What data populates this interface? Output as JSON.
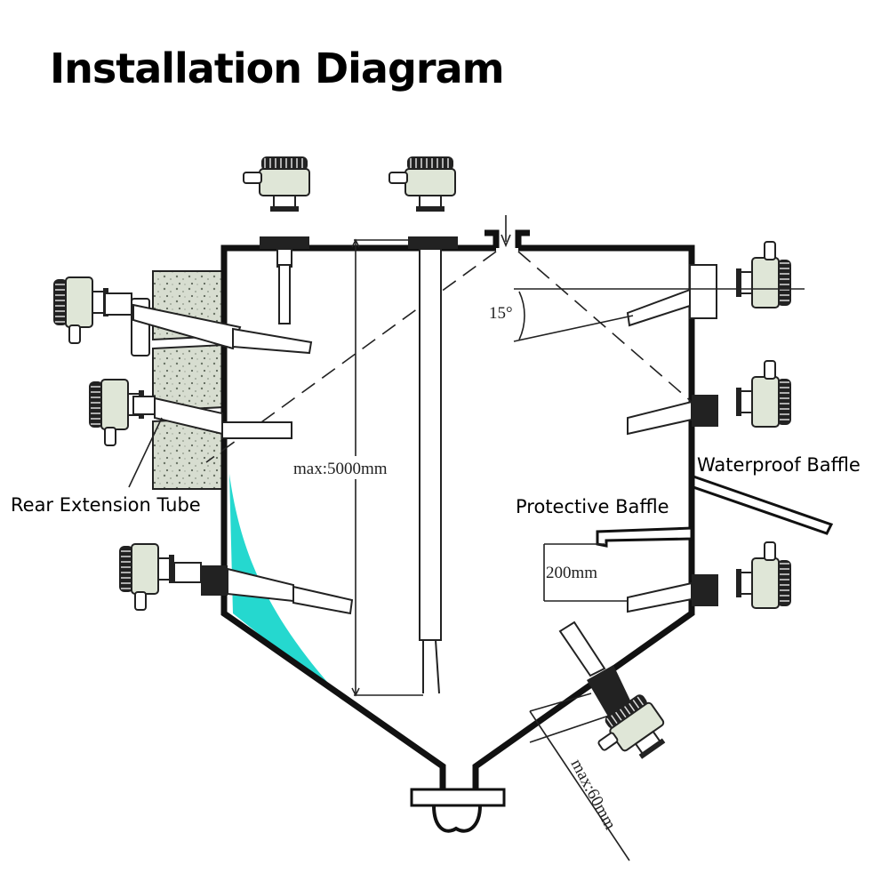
{
  "title": "Installation Diagram",
  "labels": {
    "rear_extension_tube": "Rear Extension Tube",
    "waterproof_baffle": "Waterproof Baffle",
    "protective_baffle": "Protective Baffle"
  },
  "dimensions": {
    "max_height": "max:5000mm",
    "baffle_gap": "200mm",
    "max_angle_len": "max:60mm",
    "angle": "15°"
  },
  "colors": {
    "material_fill": "#19d6cc",
    "head_fill": "#dfe6d7",
    "concrete": "#cfd8c8",
    "line": "#111111"
  }
}
